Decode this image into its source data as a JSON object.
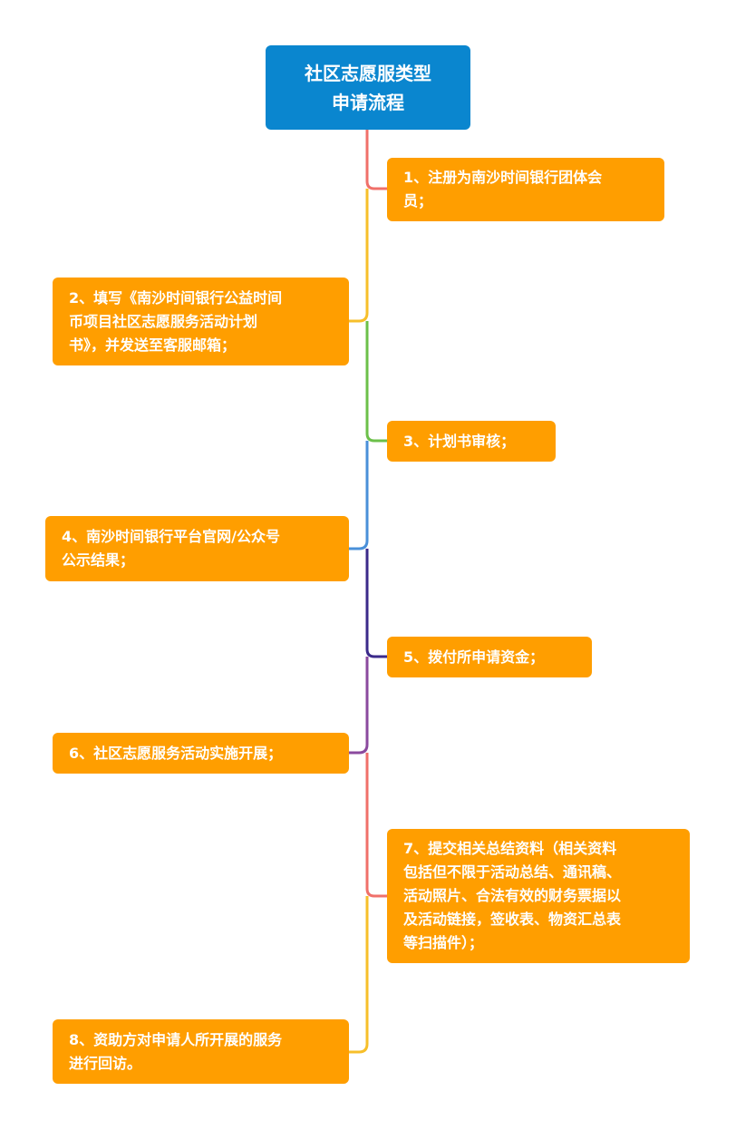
{
  "root": {
    "line1": "社区志愿服类型",
    "line2": "申请流程"
  },
  "steps": [
    {
      "text": "1、注册为南沙时间银行团体会\n员；"
    },
    {
      "text": "2、填写《南沙时间银行公益时间\n币项目社区志愿服务活动计划\n书》，并发送至客服邮箱；"
    },
    {
      "text": "3、计划书审核；"
    },
    {
      "text": "4、南沙时间银行平台官网/公众号\n公示结果；"
    },
    {
      "text": "5、拨付所申请资金；"
    },
    {
      "text": "6、社区志愿服务活动实施开展；"
    },
    {
      "text": "7、提交相关总结资料（相关资料\n包括但不限于活动总结、通讯稿、\n活动照片、合法有效的财务票据以\n及活动链接，签收表、物资汇总表\n等扫描件）；"
    },
    {
      "text": "8、资助方对申请人所开展的服务\n进行回访。"
    }
  ],
  "colors": {
    "root_bg": "#0a86cf",
    "node_bg": "#ff9e00",
    "connector_1": "#f0706a",
    "connector_2": "#f7bf2a",
    "connector_3": "#6cc04a",
    "connector_4": "#4a90d9",
    "connector_5": "#3b2a8a",
    "connector_6": "#8b4a9e",
    "connector_7": "#f0706a",
    "connector_8": "#f7bf2a"
  }
}
